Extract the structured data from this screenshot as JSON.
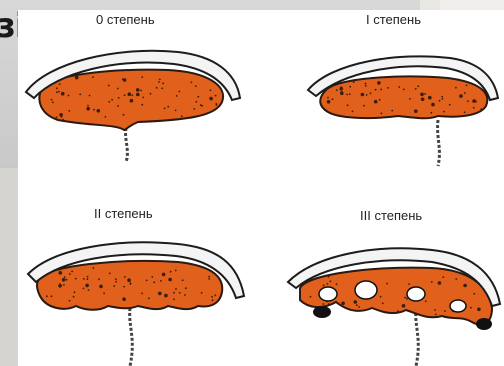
{
  "background": {
    "heading_fragment": "зі"
  },
  "stages": [
    {
      "label": "0 степень"
    },
    {
      "label": "I степень"
    },
    {
      "label": "II степень"
    },
    {
      "label": "III степень"
    }
  ],
  "colors": {
    "tissue": "#e0601c",
    "outline": "#2a1a12",
    "bone": "#f4f4f4",
    "bone_edge": "#1c1c1c",
    "dots": "#3a1d0e"
  }
}
